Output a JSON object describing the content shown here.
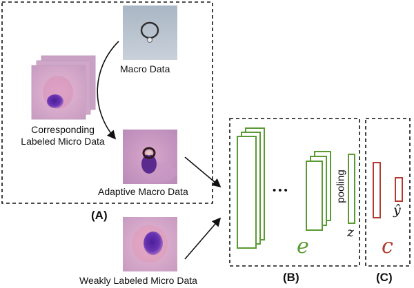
{
  "labels": {
    "macro_data": "Macro Data",
    "corresponding_line1": "Corresponding",
    "corresponding_line2": "Labeled Micro Data",
    "adaptive_macro": "Adaptive Macro Data",
    "weakly_labeled": "Weakly Labeled Micro Data",
    "pooling": "pooling",
    "ellipsis": "•••"
  },
  "panels": {
    "a": "(A)",
    "b": "(B)",
    "c": "(C)"
  },
  "symbols": {
    "encoder": "e",
    "classifier": "c",
    "feature": "z",
    "prediction": "ŷ"
  },
  "colors": {
    "encoder_green": "#5a9a32",
    "classifier_red": "#b23a2e",
    "cell_pink": "#d8a7c9",
    "nucleus_purple": "#6a2aa6",
    "macro_bg": "#b7c4d0"
  }
}
